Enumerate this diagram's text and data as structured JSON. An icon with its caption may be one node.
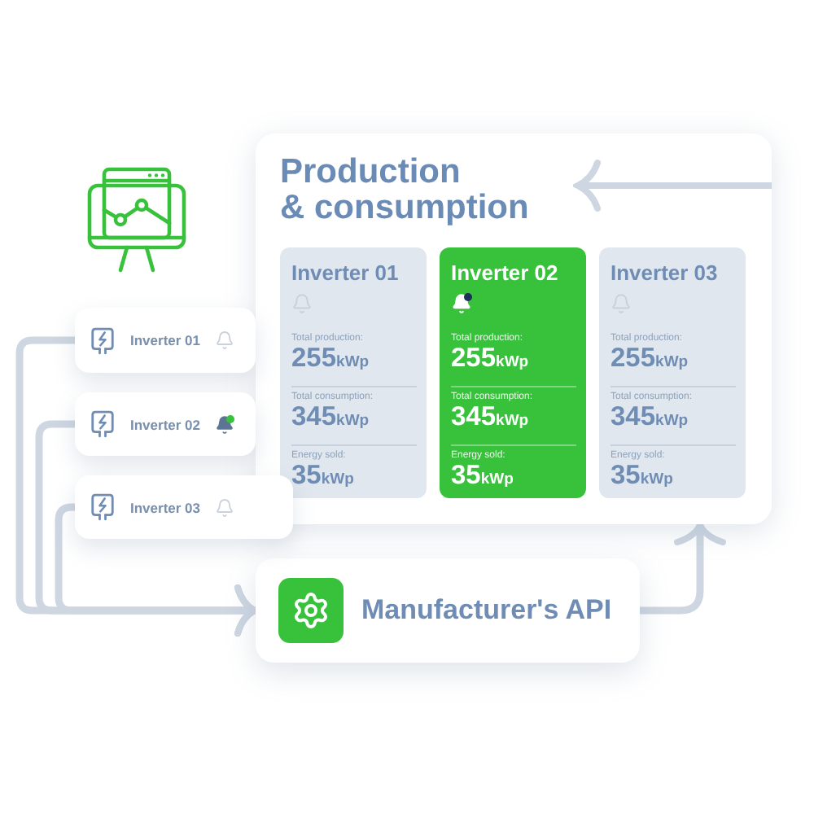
{
  "diagram": {
    "nodes": [
      {
        "text": [
          "Production & consumption"
        ]
      },
      {
        "text": [
          "Inverter 01",
          "Total production:",
          "255kWp",
          "Total consumption:",
          "345kWp",
          "Energy sold:",
          "35kWp"
        ],
        "in": 0
      },
      {
        "text": [
          "Inverter 02",
          "Total production:",
          "255kWp",
          "Total consumption:",
          "345kWp",
          "Energy sold:",
          "35kWp"
        ],
        "in": 0
      },
      {
        "text": [
          "Inverter 03",
          "Total production:",
          "255kWp",
          "Total consumption:",
          "345kWp",
          "Energy sold:",
          "35kWp"
        ],
        "in": 0
      },
      {
        "text": [
          "Inverter 01"
        ]
      },
      {
        "text": [
          "Inverter 02"
        ]
      },
      {
        "text": [
          "Inverter 03"
        ]
      },
      {
        "text": [
          "Manufacturer's API"
        ]
      }
    ],
    "edges": [
      {
        "from": 4,
        "to": 7,
        "arrow": "to"
      },
      {
        "from": 5,
        "to": 7,
        "arrow": "to"
      },
      {
        "from": 6,
        "to": 7,
        "arrow": "to"
      },
      {
        "from": 7,
        "to": 0,
        "arrow": "to"
      }
    ]
  }
}
